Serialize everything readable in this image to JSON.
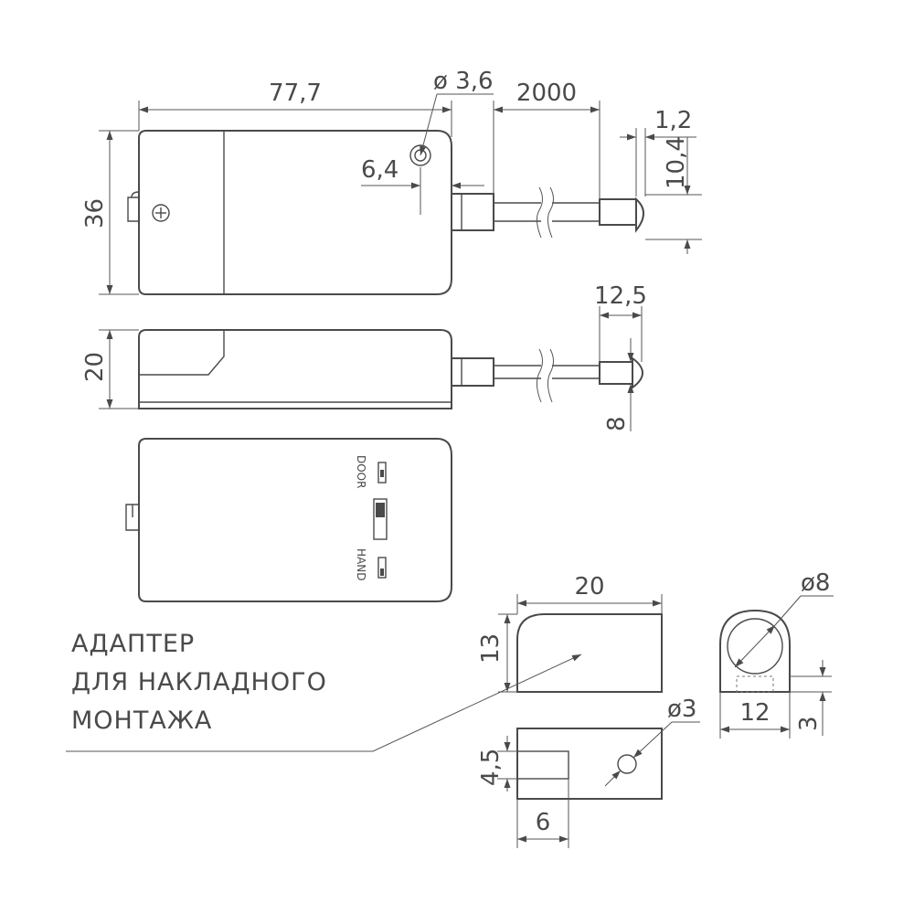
{
  "dimensions": {
    "length": "77,7",
    "hole_dia": "ø 3,6",
    "cable": "2000",
    "gap": "1,2",
    "height": "36",
    "hole_offset": "6,4",
    "plug_h": "10,4",
    "plug_len": "12,5",
    "depth": "20",
    "plug_dia": "8",
    "adapter_w": "20",
    "adapter_h": "13",
    "magnet_dia": "ø8",
    "magnet_w": "12",
    "magnet_base": "3",
    "slot_h": "4,5",
    "screw_dia": "ø3",
    "slot_w": "6"
  },
  "switch_labels": {
    "door": "DOOR",
    "hand": "HAND"
  },
  "caption": {
    "line1": "АДАПТЕР",
    "line2": "ДЛЯ НАКЛАДНОГО",
    "line3": "МОНТАЖА"
  },
  "colors": {
    "stroke": "#4a4a4a",
    "background": "#ffffff"
  }
}
